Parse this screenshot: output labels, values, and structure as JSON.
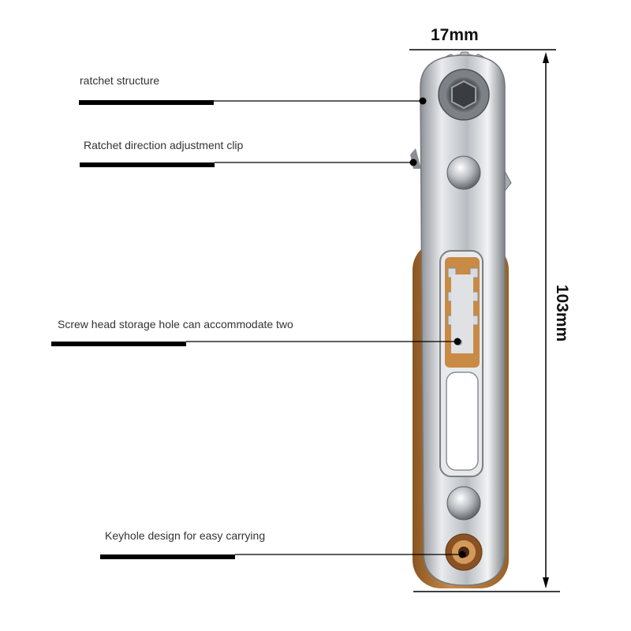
{
  "callouts": {
    "ratchet": "ratchet structure",
    "clip": "Ratchet direction adjustment clip",
    "storage": "Screw head storage hole can accommodate two",
    "keyhole": "Keyhole design for easy carrying"
  },
  "dimensions": {
    "width": "17mm",
    "height": "103mm"
  },
  "colors": {
    "steel": "#c9ccd0",
    "copper": "#b6793a",
    "line": "#000000"
  }
}
